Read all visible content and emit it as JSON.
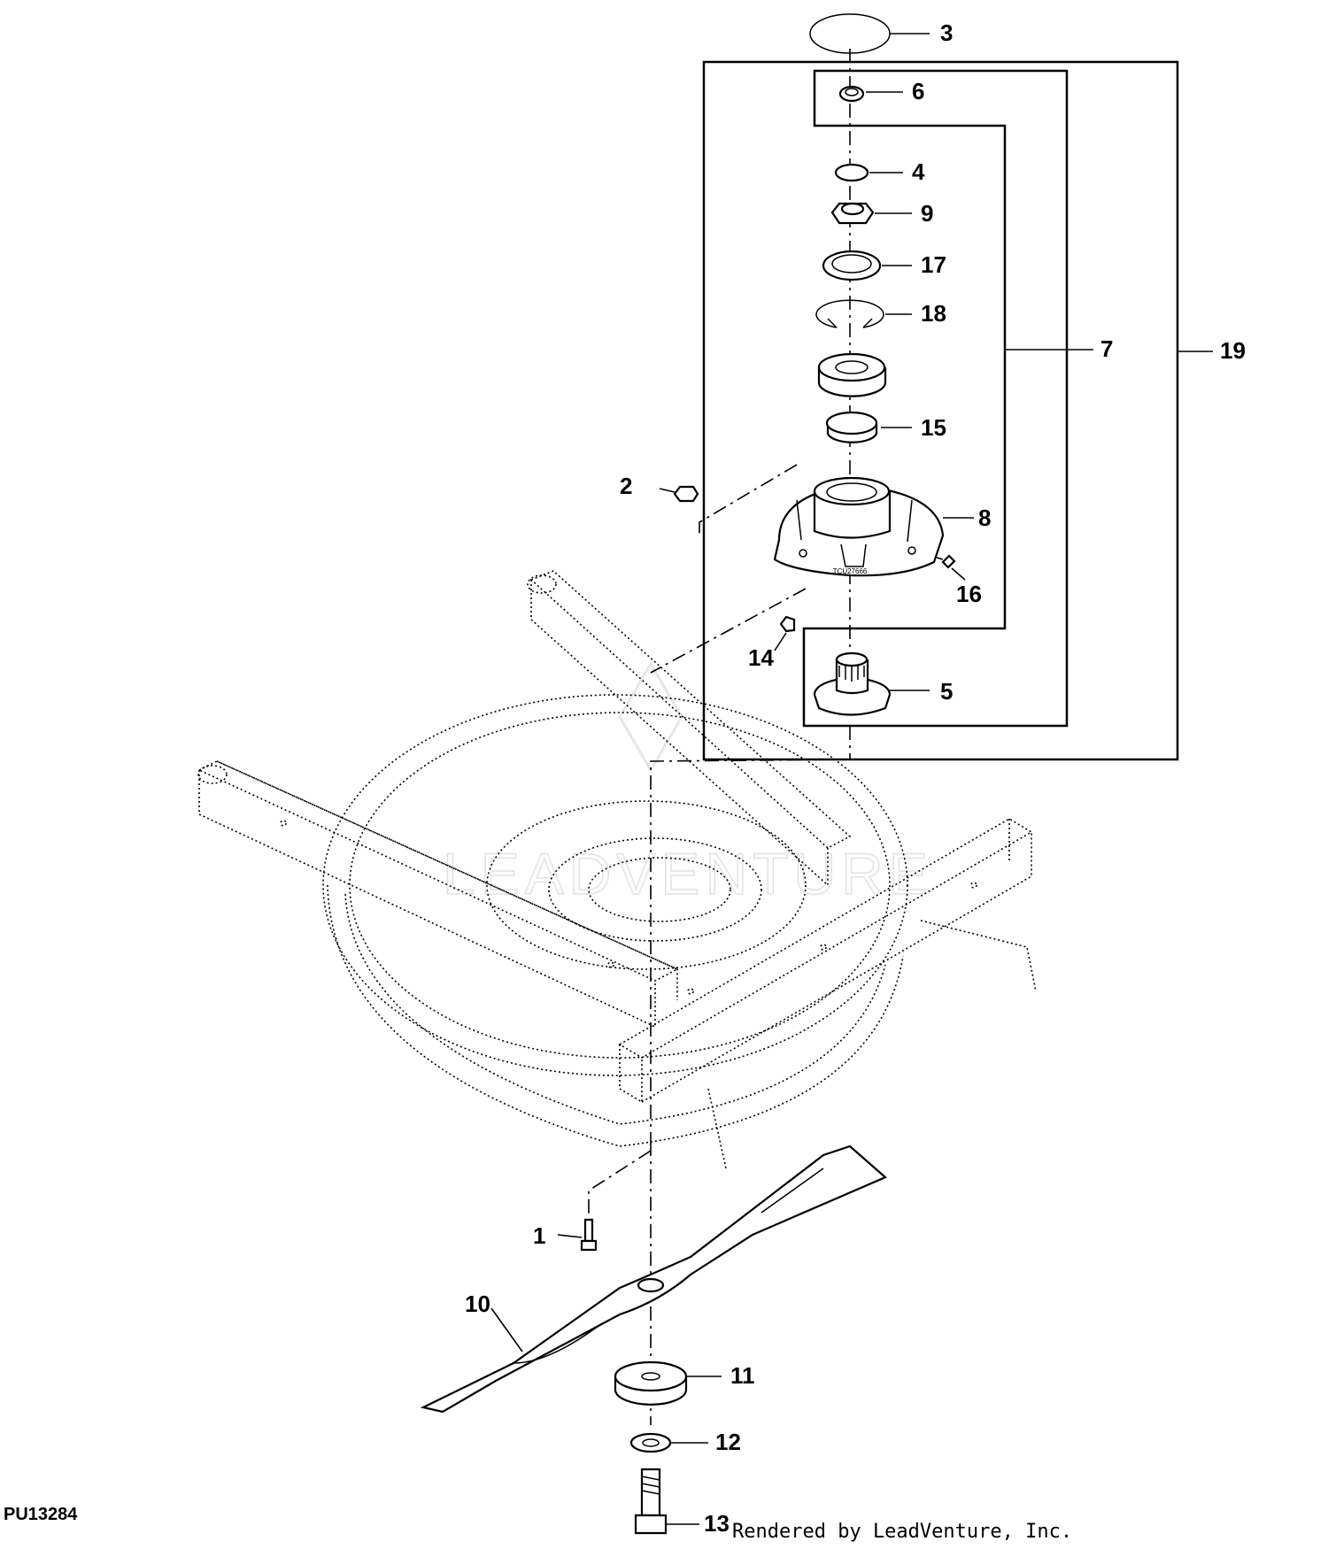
{
  "diagram": {
    "callouts": [
      {
        "id": "c1",
        "label": "1"
      },
      {
        "id": "c2",
        "label": "2"
      },
      {
        "id": "c3",
        "label": "3"
      },
      {
        "id": "c4",
        "label": "4"
      },
      {
        "id": "c5",
        "label": "5"
      },
      {
        "id": "c6",
        "label": "6"
      },
      {
        "id": "c7",
        "label": "7"
      },
      {
        "id": "c8",
        "label": "8"
      },
      {
        "id": "c9",
        "label": "9"
      },
      {
        "id": "c10",
        "label": "10"
      },
      {
        "id": "c11",
        "label": "11"
      },
      {
        "id": "c12",
        "label": "12"
      },
      {
        "id": "c13",
        "label": "13"
      },
      {
        "id": "c14",
        "label": "14"
      },
      {
        "id": "c15",
        "label": "15"
      },
      {
        "id": "c16",
        "label": "16"
      },
      {
        "id": "c17",
        "label": "17"
      },
      {
        "id": "c18",
        "label": "18"
      },
      {
        "id": "c19",
        "label": "19"
      }
    ],
    "housing_stamp": "TCU27666",
    "watermark": "LEADVENTURE",
    "reference_code": "PU13284",
    "credit": "Rendered by LeadVenture, Inc."
  }
}
